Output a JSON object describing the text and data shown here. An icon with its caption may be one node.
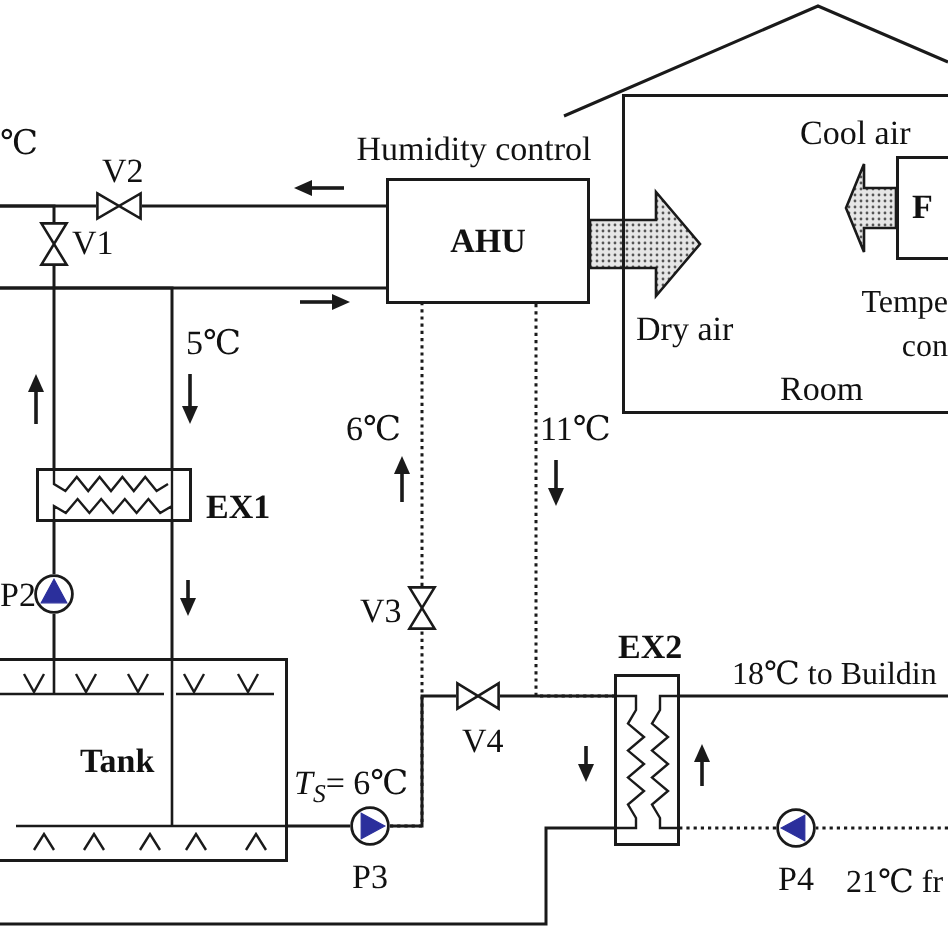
{
  "diagram": {
    "nodes": [
      {
        "text": [
          "Room"
        ]
      },
      {
        "text": [
          "F"
        ],
        "in": 0,
        "beside": [
          "Tempe con"
        ]
      },
      {
        "text": [],
        "shape": "valve",
        "beside": [
          "V2"
        ]
      },
      {
        "text": [],
        "shape": "valve",
        "beside": [
          "V1"
        ]
      },
      {
        "text": [
          "AHU"
        ],
        "beside": [
          "Humidity control"
        ]
      },
      {
        "text": [],
        "shape": "box",
        "beside": [
          "EX1"
        ]
      },
      {
        "text": [],
        "shape": "pump",
        "beside": [
          "P2"
        ]
      },
      {
        "text": [],
        "shape": "valve",
        "beside": [
          "V3"
        ]
      },
      {
        "text": [],
        "shape": "box",
        "beside": [
          "EX2"
        ]
      },
      {
        "text": [],
        "shape": "valve",
        "beside": [
          "V4"
        ]
      },
      {
        "text": [
          "Tank"
        ]
      },
      {
        "text": [],
        "shape": "pump",
        "beside": [
          "P3"
        ]
      },
      {
        "text": [],
        "shape": "pump",
        "beside": [
          "P4"
        ]
      }
    ],
    "edges": [
      {
        "from": 4,
        "to": 2,
        "arrow": "none"
      },
      {
        "from": 2,
        "to": null,
        "arrow": "none"
      },
      {
        "from": 3,
        "to": null,
        "arrow": "none"
      },
      {
        "from": null,
        "to": 4,
        "arrow": "none"
      },
      {
        "from": null,
        "to": 5,
        "arrow": "none",
        "label": "5℃"
      },
      {
        "from": 5,
        "to": 3,
        "arrow": "none"
      },
      {
        "from": 6,
        "to": 5,
        "arrow": "none"
      },
      {
        "from": 10,
        "to": 6,
        "arrow": "none"
      },
      {
        "from": 5,
        "to": 10,
        "arrow": "none"
      },
      {
        "from": 10,
        "to": 11,
        "arrow": "none",
        "label": "*T*$_{S}$= 6℃"
      },
      {
        "from": 11,
        "to": 7,
        "arrow": "none",
        "style": "dashed"
      },
      {
        "from": 11,
        "to": 9,
        "arrow": "none"
      },
      {
        "from": 7,
        "to": 4,
        "arrow": "none",
        "style": "dashed",
        "label": "6℃"
      },
      {
        "from": 4,
        "to": 8,
        "arrow": "none",
        "style": "dashed",
        "label": "11℃"
      },
      {
        "from": 9,
        "to": 8,
        "arrow": "none"
      },
      {
        "from": 8,
        "to": null,
        "arrow": "none",
        "label": "18℃ to Buildin"
      },
      {
        "from": null,
        "to": 12,
        "arrow": "none",
        "style": "dashed",
        "label": "21℃ fr"
      },
      {
        "from": 12,
        "to": 8,
        "arrow": "none",
        "style": "dashed"
      },
      {
        "from": 8,
        "to": null,
        "arrow": "none"
      },
      {
        "from": 4,
        "to": 0,
        "arrow": "to",
        "style": "thick",
        "label": "Dry air"
      },
      {
        "from": 1,
        "to": null,
        "arrow": "to",
        "style": "thick",
        "label": "Cool air"
      }
    ],
    "labels": [
      "℃"
    ]
  }
}
